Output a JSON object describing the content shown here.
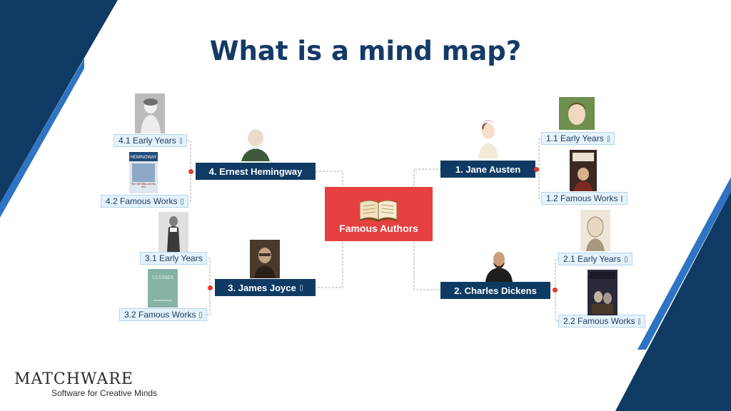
{
  "title": "What is a mind map?",
  "center": {
    "label": "Famous Authors",
    "icon": "open-book-icon"
  },
  "branches": {
    "austen": {
      "label": "1. Jane Austen",
      "early": "1.1 Early Years",
      "works": "1.2 Famous Works"
    },
    "dickens": {
      "label": "2. Charles Dickens",
      "early": "2.1 Early Years",
      "works": "2.2 Famous Works"
    },
    "joyce": {
      "label": "3. James Joyce",
      "early": "3.1 Early Years",
      "works": "3.2 Famous Works"
    },
    "hemingway": {
      "label": "4. Ernest Hemingway",
      "early": "4.1 Early Years",
      "works": "4.2 Famous Works"
    }
  },
  "book_covers": {
    "hemingway_author": "HEMINGWAY",
    "hemingway_title": "The Old Man and the Sea",
    "joyce_title": "ULYSSES"
  },
  "logo": {
    "name": "MATCHWARE",
    "tagline": "Software for Creative Minds"
  },
  "colors": {
    "navy": "#0f3a63",
    "accent_blue": "#2e73c4",
    "center_red": "#e64040",
    "dot_red": "#e23b2e",
    "subtopic_bg": "#e4f2fb"
  }
}
